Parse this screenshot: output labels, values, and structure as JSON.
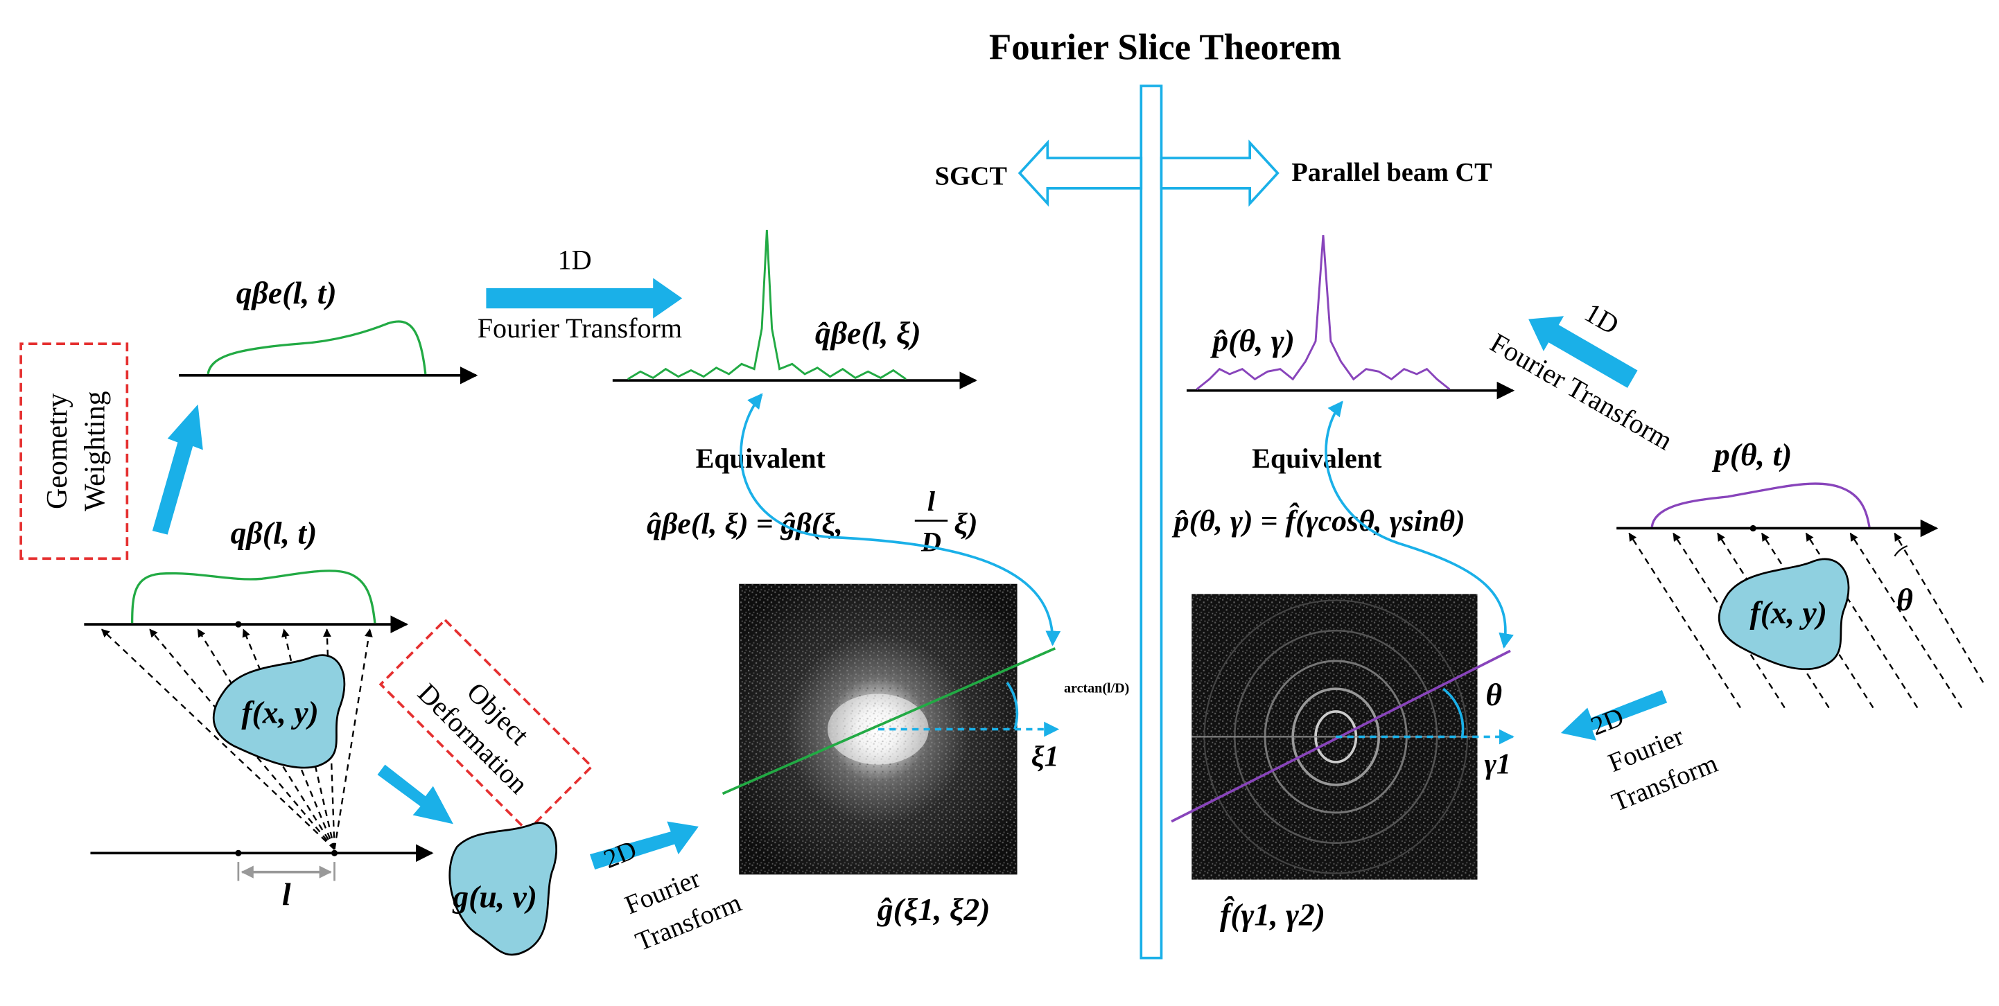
{
  "title": "Fourier Slice Theorem",
  "arrows": {
    "left": "SGCT",
    "right": "Parallel beam CT"
  },
  "left": {
    "fft1d_label_top": "1D",
    "fft1d_label_bottom": "Fourier Transform",
    "fft2d_label_top": "2D",
    "fft2d_label_mid": "Fourier",
    "fft2d_label_bottom": "Transform",
    "equivalent": "Equivalent",
    "geometry_line1": "Geometry",
    "geometry_line2": "Weighting",
    "object_line1": "Object",
    "object_line2": "Deformation",
    "l_label": "l",
    "angle_label": "arctan(l/D)",
    "xi_label": "ξ1",
    "spectrum_label": "ĝ(ξ1, ξ2)",
    "q_beta_label": "qβ(l, t)",
    "q_beta_e_label": "qβe(l, t)",
    "q_hat_label": "q̂βe(l, ξ)",
    "equation_lhs": "q̂βe(l, ξ) = ĝβ(ξ,",
    "equation_frac_num": "l",
    "equation_frac_den": "D",
    "equation_tail": "ξ)",
    "f_label": "f(x, y)",
    "g_label": "g(u, v)"
  },
  "right": {
    "fft1d_label_top": "1D",
    "fft1d_label_bottom": "Fourier Transform",
    "fft2d_label_top": "2D",
    "fft2d_label_mid": "Fourier",
    "fft2d_label_bottom": "Transform",
    "equivalent": "Equivalent",
    "p_label": "p(θ, t)",
    "p_hat_label": "p̂(θ, γ)",
    "equation": "p̂(θ, γ) = f̂(γcosθ, γsinθ)",
    "theta_label": "θ",
    "gamma_label": "γ1",
    "spectrum_label": "f̂(γ1, γ2)",
    "f_label": "f(x, y)"
  },
  "colors": {
    "cyan": "#1ab0e8",
    "green": "#22aa44",
    "purple": "#8844bb",
    "blob": "#8fd0e0",
    "red_dash": "#e53030"
  }
}
